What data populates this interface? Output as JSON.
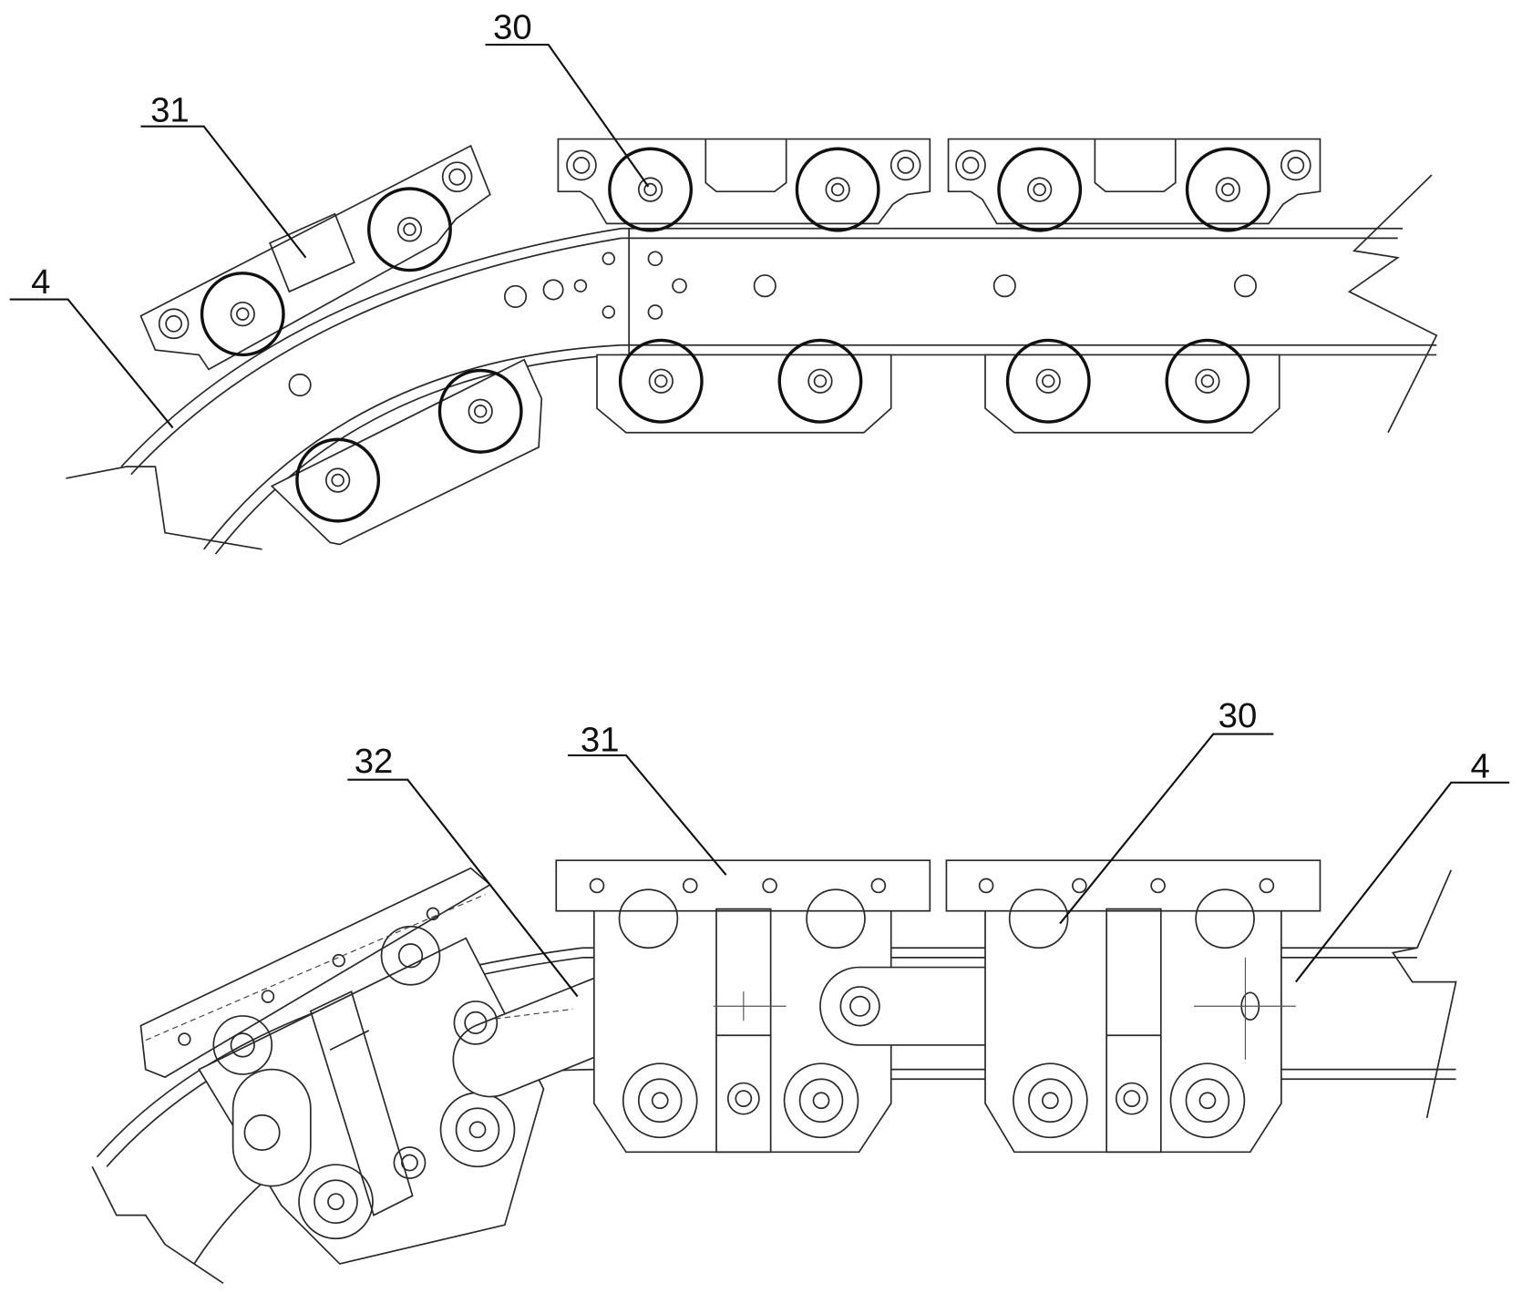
{
  "figure": {
    "description": "Technical patent drawing of a roller chain/track assembly shown in two views",
    "top_view": {
      "labels": [
        {
          "id": "label-31",
          "text": "31"
        },
        {
          "id": "label-30",
          "text": "30"
        },
        {
          "id": "label-4",
          "text": "4"
        }
      ]
    },
    "bottom_view": {
      "labels": [
        {
          "id": "label-32",
          "text": "32"
        },
        {
          "id": "label-31",
          "text": "31"
        },
        {
          "id": "label-30",
          "text": "30"
        },
        {
          "id": "label-4",
          "text": "4"
        }
      ]
    }
  }
}
